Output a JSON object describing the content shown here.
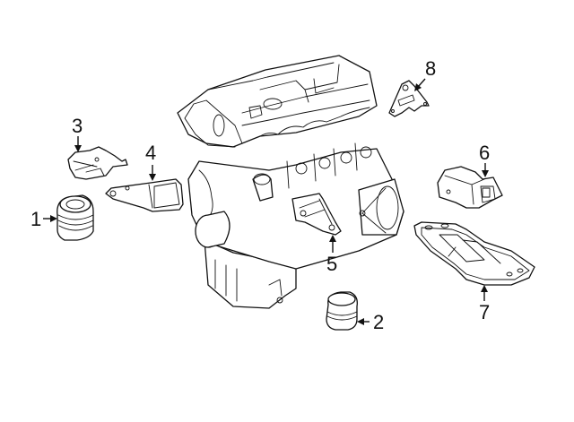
{
  "diagram": {
    "type": "exploded-parts-diagram",
    "subject": "engine mounts",
    "colors": {
      "line": "#111111",
      "background": "#ffffff"
    },
    "callouts": [
      {
        "number": "1",
        "part": "mount-1"
      },
      {
        "number": "2",
        "part": "mount-2"
      },
      {
        "number": "3",
        "part": "bracket-3"
      },
      {
        "number": "4",
        "part": "bracket-4"
      },
      {
        "number": "5",
        "part": "bracket-5"
      },
      {
        "number": "6",
        "part": "transmission-mount-6"
      },
      {
        "number": "7",
        "part": "crossmember-7"
      },
      {
        "number": "8",
        "part": "bracket-8"
      }
    ]
  }
}
